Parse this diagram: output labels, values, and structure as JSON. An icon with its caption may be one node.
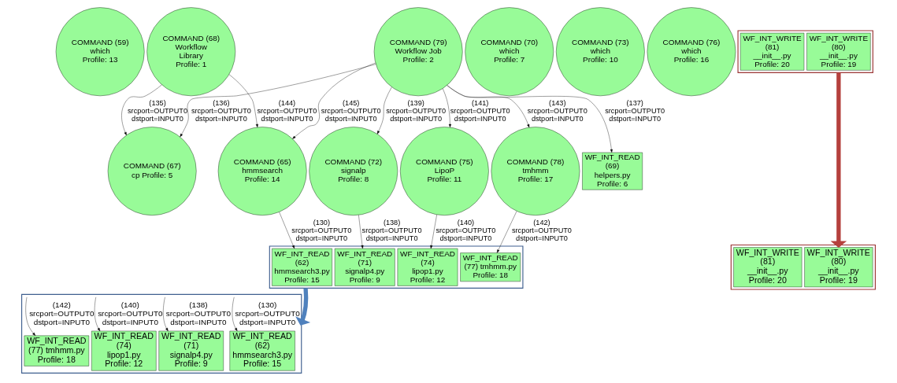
{
  "diagram": {
    "nodes": [
      {
        "text": [
          "COMMAND (59) which Profile: 13"
        ]
      },
      {
        "text": [
          "COMMAND (68) Workflow Library Profile: 1"
        ]
      },
      {
        "text": [
          "COMMAND (79) Workflow Job Profile: 2"
        ]
      },
      {
        "text": [
          "COMMAND (70) which Profile: 7"
        ]
      },
      {
        "text": [
          "COMMAND (73) which Profile: 10"
        ]
      },
      {
        "text": [
          "COMMAND (76) which Profile: 16"
        ]
      },
      {
        "text": [],
        "shape": "box"
      },
      {
        "text": [
          "WF_INT_WRITE (80) __init__.py Profile: 19"
        ],
        "in": 6
      },
      {
        "text": [
          "WF_INT_WRITE (81) __init__.py Profile: 20"
        ],
        "in": 6
      },
      {
        "text": [],
        "shape": "box"
      },
      {
        "text": [
          "WF_INT_WRITE (80) __init__.py Profile: 19"
        ],
        "in": 9
      },
      {
        "text": [
          "WF_INT_WRITE (81) __init__.py Profile: 20"
        ],
        "in": 9
      },
      {
        "text": [
          "COMMAND (67) cp Profile: 5"
        ]
      },
      {
        "text": [
          "COMMAND (65) hmmsearch Profile: 14"
        ]
      },
      {
        "text": [
          "COMMAND (72) signalp Profile: 8"
        ]
      },
      {
        "text": [
          "COMMAND (75) LipoP Profile: 11"
        ]
      },
      {
        "text": [
          "COMMAND (78) tmhmm Profile: 17"
        ]
      },
      {
        "text": [
          "WF_INT_READ (69) helpers.py Profile: 6"
        ]
      },
      {
        "text": [],
        "shape": "box"
      },
      {
        "text": [
          "WF_INT_READ (62) hmmsearch3.py Profile: 15"
        ],
        "in": 18
      },
      {
        "text": [
          "WF_INT_READ (71) signalp4.py Profile: 9"
        ],
        "in": 18
      },
      {
        "text": [
          "WF_INT_READ (74) lipop1.py Profile: 12"
        ],
        "in": 18
      },
      {
        "text": [
          "WF_INT_READ (77) tmhmm.py Profile: 18"
        ],
        "in": 18
      },
      {
        "text": [],
        "shape": "box"
      },
      {
        "text": [
          "WF_INT_READ (62) hmmsearch3.py Profile: 15"
        ],
        "in": 23
      },
      {
        "text": [
          "WF_INT_READ (71) signalp4.py Profile: 9"
        ],
        "in": 23
      },
      {
        "text": [
          "WF_INT_READ (74) lipop1.py Profile: 12"
        ],
        "in": 23
      },
      {
        "text": [
          "WF_INT_READ (77) tmhmm.py Profile: 18"
        ],
        "in": 23
      }
    ],
    "edges": [
      {
        "from": 1,
        "to": 12,
        "arrow": "to",
        "label": "(135) srcport=OUTPUT0 dstport=INPUT0"
      },
      {
        "from": 1,
        "to": 13,
        "arrow": "to",
        "label": "(144) srcport=OUTPUT0 dstport=INPUT0"
      },
      {
        "from": 2,
        "to": 12,
        "arrow": "to",
        "label": "(136) srcport=OUTPUT0 dstport=INPUT0"
      },
      {
        "from": 2,
        "to": 13,
        "arrow": "to",
        "label": "(145) srcport=OUTPUT0 dstport=INPUT0"
      },
      {
        "from": 2,
        "to": 14,
        "arrow": "to",
        "label": "(139) srcport=OUTPUT0 dstport=INPUT0"
      },
      {
        "from": 2,
        "to": 15,
        "arrow": "to",
        "label": "(141) srcport=OUTPUT0 dstport=INPUT0"
      },
      {
        "from": 2,
        "to": 16,
        "arrow": "to",
        "label": "(143) srcport=OUTPUT0 dstport=INPUT0"
      },
      {
        "from": 2,
        "to": 17,
        "arrow": "to",
        "label": "(137) srcport=OUTPUT0 dstport=INPUT0"
      },
      {
        "from": 13,
        "to": 19,
        "arrow": "to",
        "label": "(130) srcport=OUTPUT0 dstport=INPUT0"
      },
      {
        "from": 14,
        "to": 20,
        "arrow": "to",
        "label": "(138) srcport=OUTPUT0 dstport=INPUT0"
      },
      {
        "from": 15,
        "to": 21,
        "arrow": "to",
        "label": "(140) srcport=OUTPUT0 dstport=INPUT0"
      },
      {
        "from": 16,
        "to": 22,
        "arrow": "to",
        "label": "(142) srcport=OUTPUT0 dstport=INPUT0"
      },
      {
        "from": 23,
        "to": 24,
        "arrow": "to",
        "label": "(130) srcport=OUTPUT0 dstport=INPUT0"
      },
      {
        "from": 23,
        "to": 25,
        "arrow": "to",
        "label": "(138) srcport=OUTPUT0 dstport=INPUT0"
      },
      {
        "from": 23,
        "to": 26,
        "arrow": "to",
        "label": "(140) srcport=OUTPUT0 dstport=INPUT0"
      },
      {
        "from": 23,
        "to": 27,
        "arrow": "to",
        "label": "(142) srcport=OUTPUT0 dstport=INPUT0"
      },
      {
        "from": 6,
        "to": 9,
        "arrow": "to",
        "style": "thick",
        "color": "#b5403d"
      },
      {
        "from": 18,
        "to": 23,
        "arrow": "to",
        "style": "thick",
        "color": "#4f81bd"
      }
    ]
  }
}
